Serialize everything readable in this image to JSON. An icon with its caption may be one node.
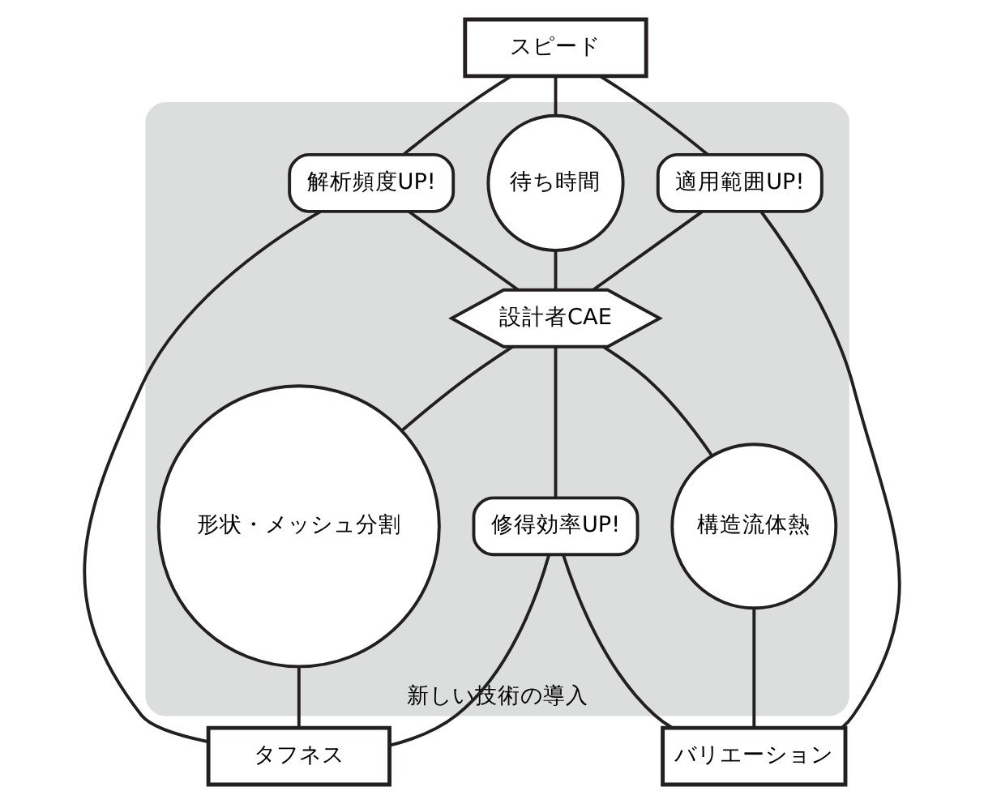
{
  "diagram": {
    "nodes": [
      {
        "text": [
          "スピード"
        ]
      },
      {
        "text": [
          "新しい技術の導入"
        ]
      },
      {
        "text": [
          "待ち時間"
        ],
        "in": 1
      },
      {
        "text": [
          "解析頻度UP!"
        ],
        "in": 1
      },
      {
        "text": [
          "適用範囲UP!"
        ],
        "in": 1
      },
      {
        "text": [
          "設計者CAE"
        ],
        "in": 1
      },
      {
        "text": [
          "形状・メッシュ分割"
        ],
        "in": 1
      },
      {
        "text": [
          "構造流体熱"
        ],
        "in": 1
      },
      {
        "text": [
          "修得効率UP!"
        ],
        "in": 1
      },
      {
        "text": [
          "タフネス"
        ]
      },
      {
        "text": [
          "バリエーション"
        ]
      }
    ],
    "edges": [
      {
        "from": 0,
        "to": 2,
        "arrow": "none"
      },
      {
        "from": 2,
        "to": 5,
        "arrow": "none"
      },
      {
        "from": 0,
        "to": 3,
        "arrow": "none"
      },
      {
        "from": 3,
        "to": 9,
        "arrow": "none"
      },
      {
        "from": 0,
        "to": 4,
        "arrow": "none"
      },
      {
        "from": 4,
        "to": 10,
        "arrow": "none"
      },
      {
        "from": 3,
        "to": 5,
        "arrow": "none"
      },
      {
        "from": 4,
        "to": 5,
        "arrow": "none"
      },
      {
        "from": 5,
        "to": 6,
        "arrow": "none"
      },
      {
        "from": 6,
        "to": 9,
        "arrow": "none"
      },
      {
        "from": 5,
        "to": 7,
        "arrow": "none"
      },
      {
        "from": 7,
        "to": 10,
        "arrow": "none"
      },
      {
        "from": 5,
        "to": 8,
        "arrow": "none"
      },
      {
        "from": 9,
        "to": 8,
        "arrow": "none"
      },
      {
        "from": 8,
        "to": 10,
        "arrow": "none"
      }
    ]
  }
}
